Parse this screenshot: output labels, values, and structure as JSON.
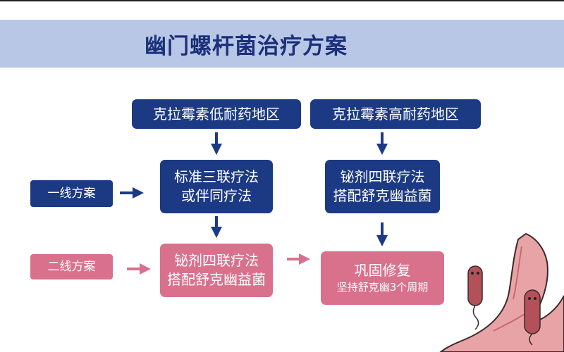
{
  "title": "幽门螺杆菌治疗方案",
  "regions": {
    "low": "克拉霉素低耐药地区",
    "high": "克拉霉素高耐药地区"
  },
  "lines": {
    "first": "一线方案",
    "second": "二线方案"
  },
  "first_line": {
    "low": [
      "标准三联疗法",
      "或伴同疗法"
    ],
    "high": [
      "铋剂四联疗法",
      "搭配舒克幽益菌"
    ]
  },
  "second_line": {
    "low": [
      "铋剂四联疗法",
      "搭配舒克幽益菌"
    ]
  },
  "consolidation": [
    "巩固修复",
    "坚持舒克幽3个周期"
  ],
  "colors": {
    "blue": "#1c3a84",
    "pink": "#d9718d",
    "title_band": "#b9c7e6",
    "title_text": "#1b2f7a"
  }
}
